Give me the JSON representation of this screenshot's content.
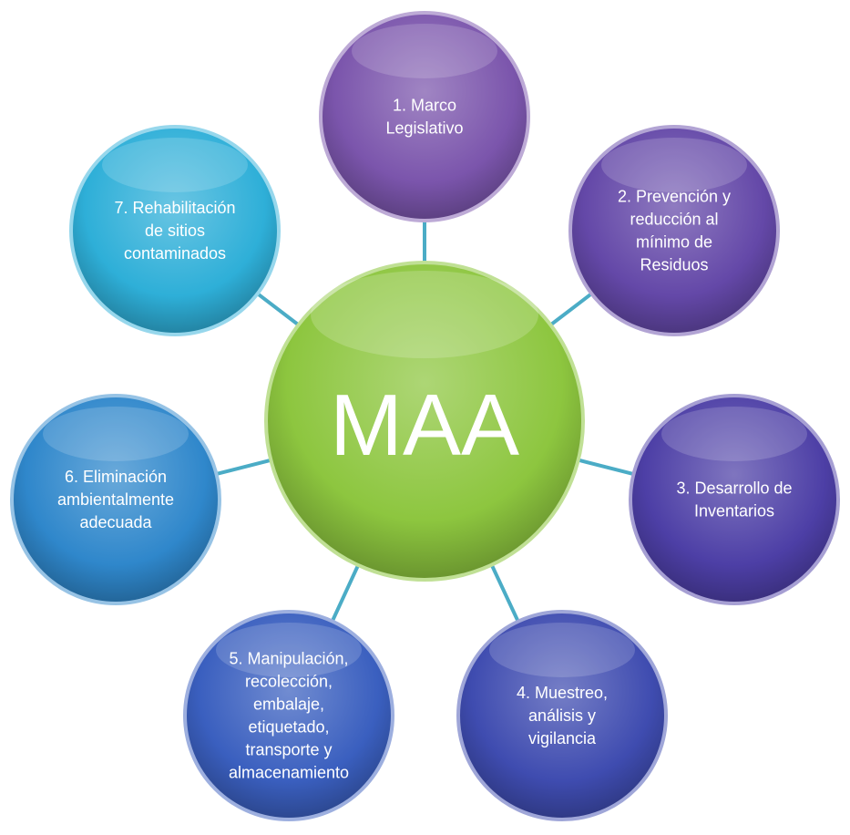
{
  "center": {
    "label": "MAA",
    "color": "#8DC63F"
  },
  "connector_color": "#4BACC6",
  "nodes": [
    {
      "id": "marco-legislativo",
      "lines": [
        "1. Marco",
        "Legislativo"
      ],
      "color": "#7B55AC"
    },
    {
      "id": "prevencion-residuos",
      "lines": [
        "2. Prevención y",
        "reducción al",
        "mínimo de",
        "Residuos"
      ],
      "color": "#6448A8"
    },
    {
      "id": "desarrollo-inventarios",
      "lines": [
        "3. Desarrollo de",
        "Inventarios"
      ],
      "color": "#4D3FA6"
    },
    {
      "id": "muestreo-analisis",
      "lines": [
        "4. Muestreo,",
        "análisis y",
        "vigilancia"
      ],
      "color": "#3F4CB0"
    },
    {
      "id": "manipulacion-almacenamiento",
      "lines": [
        "5. Manipulación,",
        "recolección,",
        "embalaje,",
        "etiquetado,",
        "transporte y",
        "almacenamiento"
      ],
      "color": "#3A5FBF"
    },
    {
      "id": "eliminacion-adecuada",
      "lines": [
        "6. Eliminación",
        "ambientalmente",
        "adecuada"
      ],
      "color": "#2F87CB"
    },
    {
      "id": "rehabilitacion-sitios",
      "lines": [
        "7. Rehabilitación",
        "de sitios",
        "contaminados"
      ],
      "color": "#2EAFD8"
    }
  ]
}
